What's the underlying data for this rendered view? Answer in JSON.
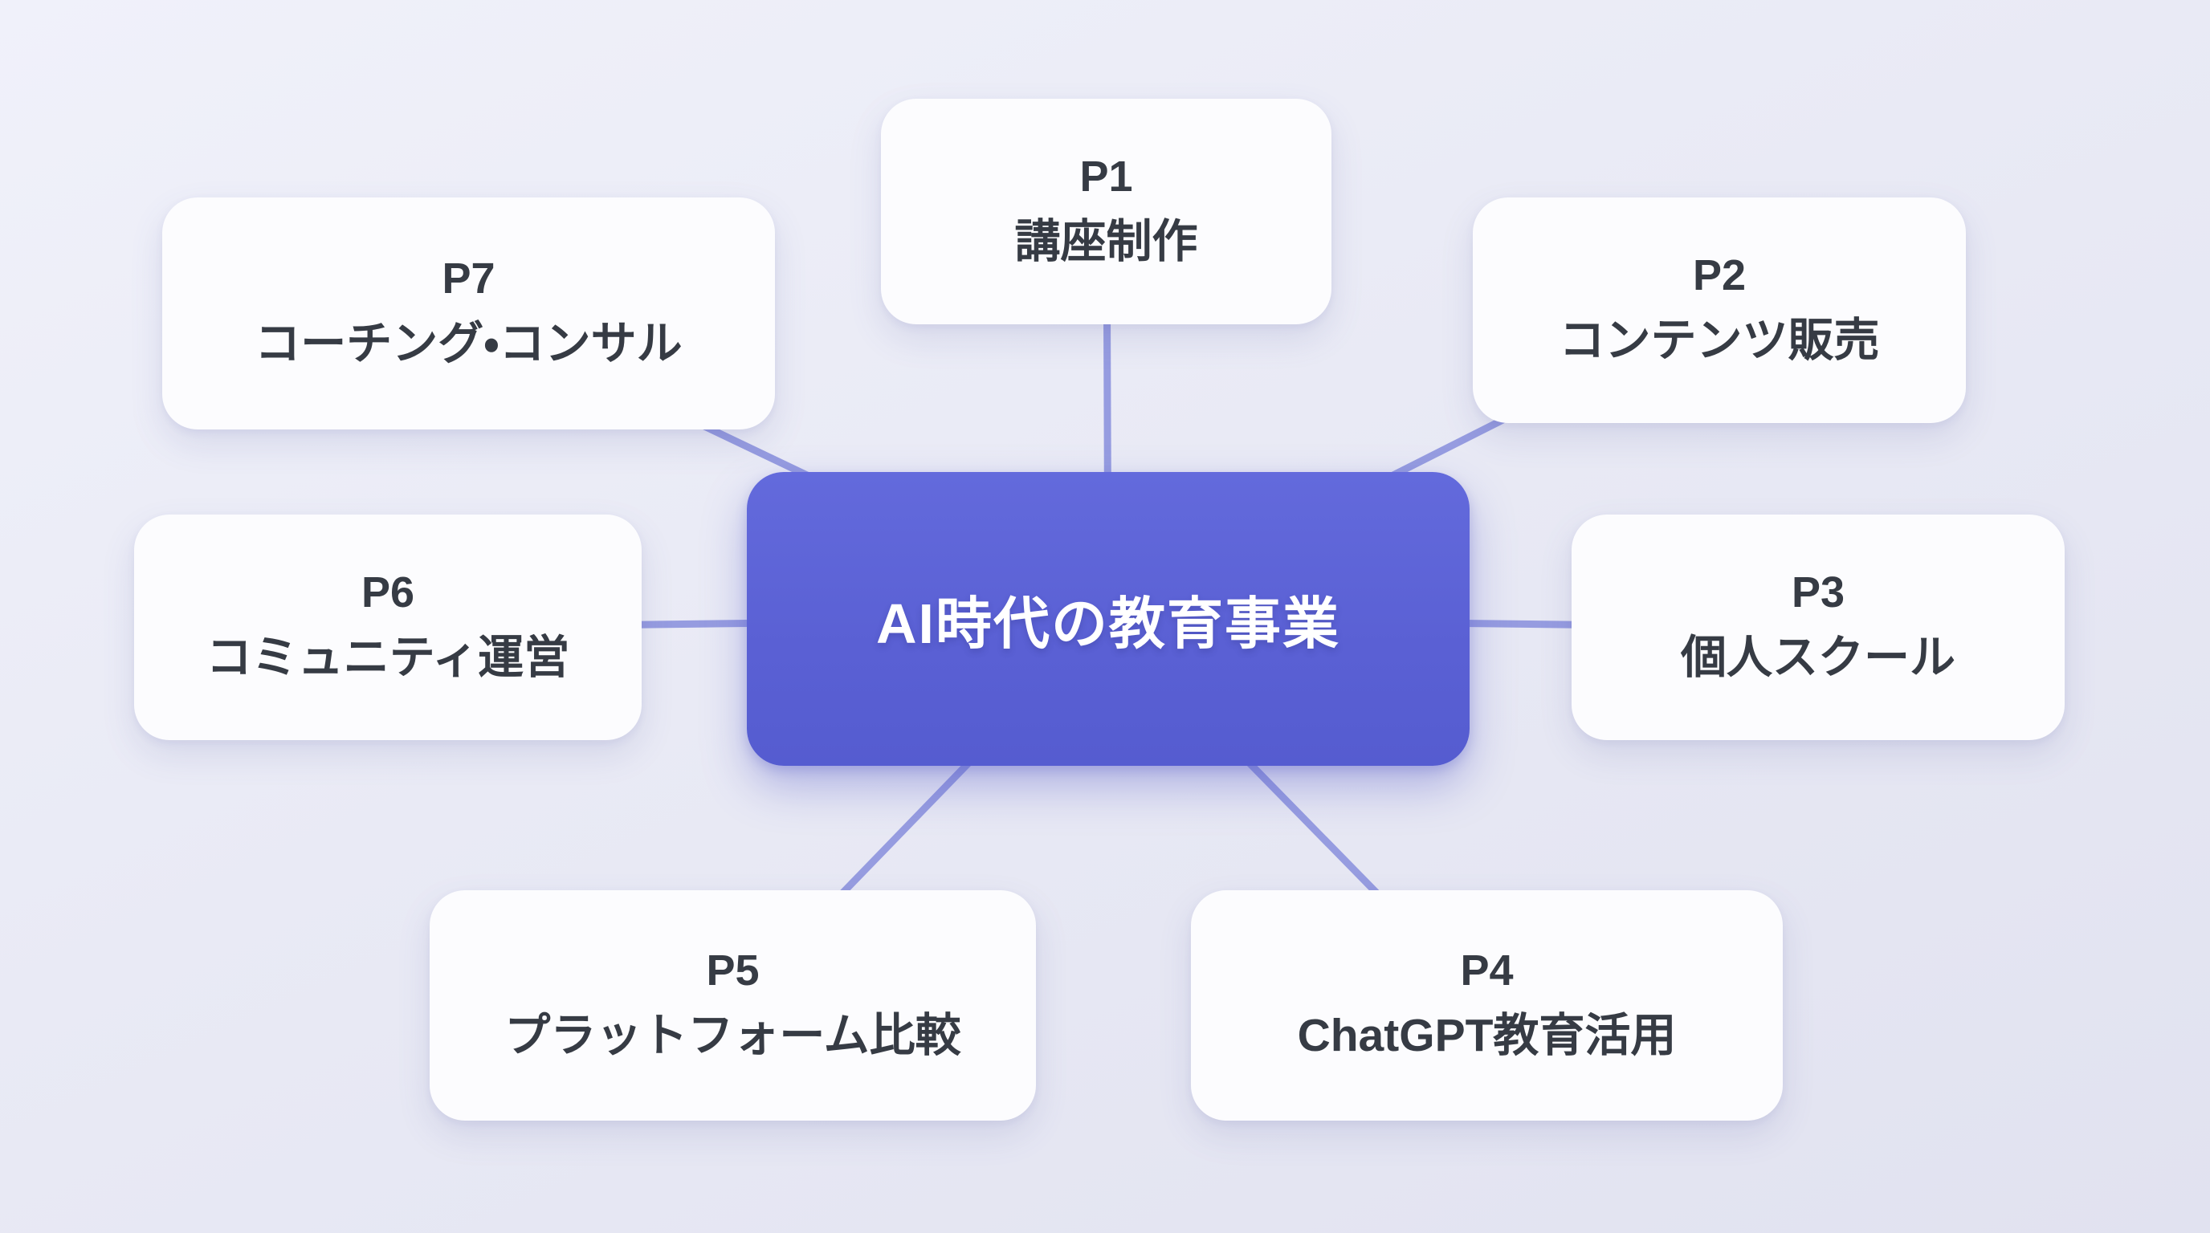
{
  "diagram": {
    "center": {
      "label": "AI時代の教育事業"
    },
    "nodes": [
      {
        "id": "p1",
        "code": "P1",
        "label": "講座制作"
      },
      {
        "id": "p2",
        "code": "P2",
        "label": "コンテンツ販売"
      },
      {
        "id": "p3",
        "code": "P3",
        "label": "個人スクール"
      },
      {
        "id": "p4",
        "code": "P4",
        "label": "ChatGPT教育活用"
      },
      {
        "id": "p5",
        "code": "P5",
        "label": "プラットフォーム比較"
      },
      {
        "id": "p6",
        "code": "P6",
        "label": "コミュニティ運営"
      },
      {
        "id": "p7",
        "code": "P7",
        "label": "コーチング・コンサル"
      }
    ],
    "colors": {
      "background_start": "#f0f1fa",
      "background_end": "#e1e2f0",
      "center_fill": "#5a60d4",
      "center_text": "#ffffff",
      "card_fill": "#fcfcfe",
      "card_text": "#363b44",
      "connector": "#969CE0"
    }
  }
}
